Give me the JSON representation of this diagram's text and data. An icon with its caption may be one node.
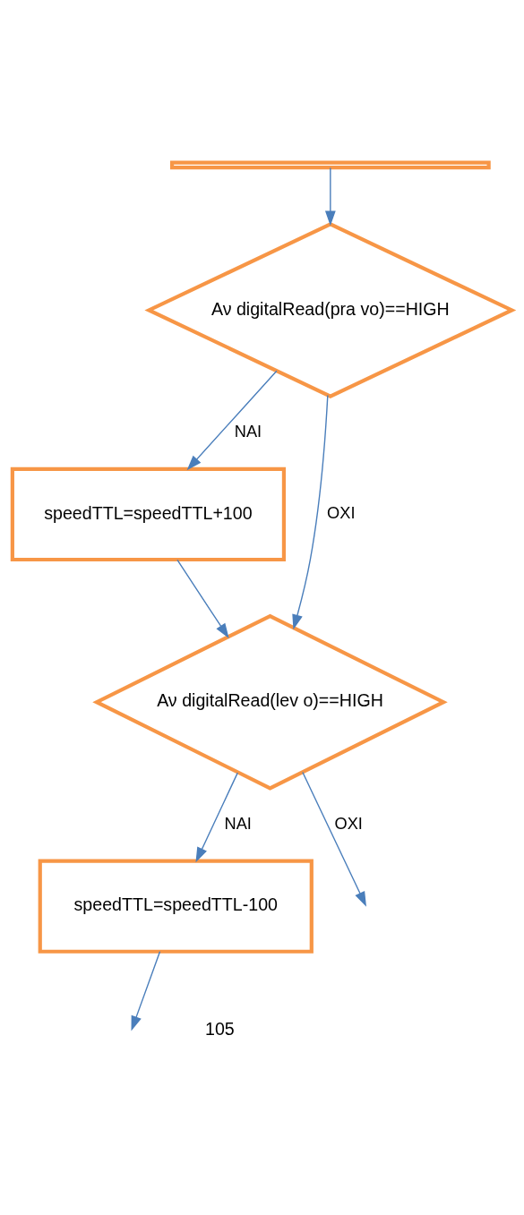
{
  "diagram": {
    "nodes": [
      {
        "text": [],
        "shape": "box"
      },
      {
        "text": [
          "Αν digitalRead(pra vo)==HIGH"
        ]
      },
      {
        "text": [
          "speedTTL=speedTTL+100"
        ]
      },
      {
        "text": [
          "Αν digitalRead(lev o)==HIGH"
        ]
      },
      {
        "text": [
          "speedTTL=speedTTL-100"
        ]
      }
    ],
    "edges": [
      {
        "from": 0,
        "to": 1,
        "arrow": "to"
      },
      {
        "from": 1,
        "to": 2,
        "arrow": "to",
        "label": "ΝΑΙ"
      },
      {
        "from": 1,
        "to": 3,
        "arrow": "to",
        "label": "ΟΧΙ"
      },
      {
        "from": 2,
        "to": 3,
        "arrow": "to"
      },
      {
        "from": 3,
        "to": 4,
        "arrow": "to",
        "label": "ΝΑΙ"
      },
      {
        "from": 3,
        "to": null,
        "arrow": "to",
        "label": "ΟΧΙ"
      },
      {
        "from": 4,
        "to": null,
        "arrow": "to"
      }
    ],
    "labels": [
      "105"
    ]
  }
}
